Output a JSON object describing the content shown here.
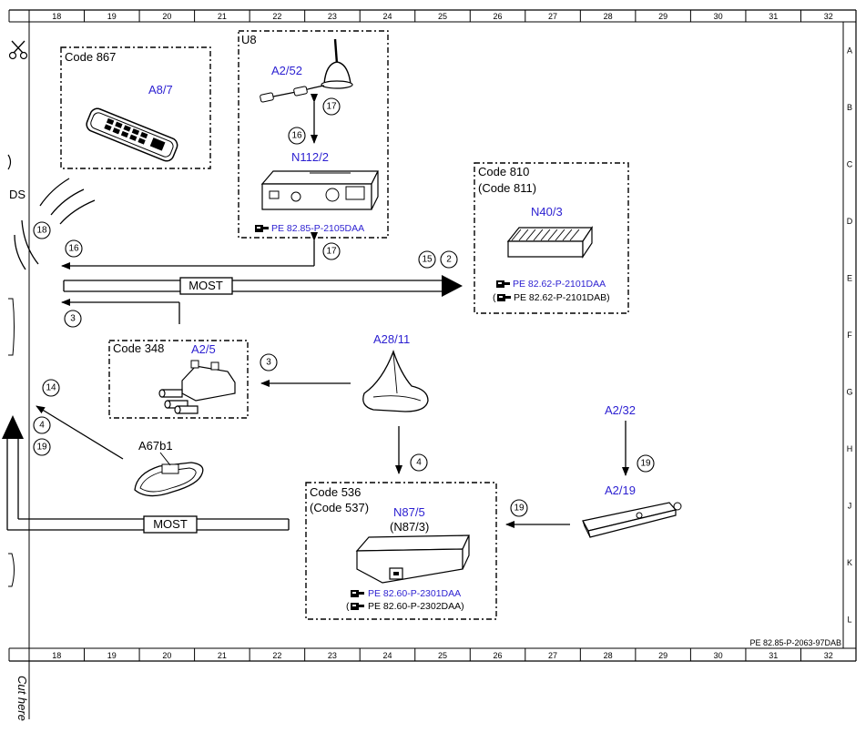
{
  "ruler": {
    "columns": [
      "18",
      "19",
      "20",
      "21",
      "22",
      "23",
      "24",
      "25",
      "26",
      "27",
      "28",
      "29",
      "30",
      "31",
      "32"
    ],
    "rows": [
      "A",
      "B",
      "C",
      "D",
      "E",
      "F",
      "G",
      "H",
      "J",
      "K",
      "L"
    ]
  },
  "modules": {
    "code867": {
      "code": "Code 867",
      "part": "A8/7"
    },
    "u8": {
      "code": "U8",
      "antenna": "A2/52",
      "part": "N112/2",
      "ref": "PE 82.85-P-2105DAA"
    },
    "code810": {
      "code": "Code 810",
      "code_alt": "(Code 811)",
      "part": "N40/3",
      "ref": "PE 82.62-P-2101DAA",
      "ref_alt_open": "(",
      "ref_alt": "PE 82.62-P-2101DAB)"
    },
    "code348": {
      "code": "Code 348",
      "part": "A2/5"
    },
    "a28": {
      "part": "A28/11"
    },
    "a2_32": {
      "part": "A2/32"
    },
    "a2_19": {
      "part": "A2/19"
    },
    "a67": {
      "part": "A67b1"
    },
    "code536": {
      "code": "Code 536",
      "code_alt": "(Code 537)",
      "part": "N87/5",
      "part_alt": "(N87/3)",
      "ref": "PE 82.60-P-2301DAA",
      "ref_alt_open": "(",
      "ref_alt": "PE 82.60-P-2302DAA)"
    }
  },
  "bus": {
    "most_top": "MOST",
    "most_bottom": "MOST"
  },
  "callouts": {
    "c17a": "17",
    "c16a": "16",
    "c17b": "17",
    "c16b": "16",
    "c18": "18",
    "c15": "15",
    "c2": "2",
    "c3a": "3",
    "c3b": "3",
    "c14": "14",
    "c4a": "4",
    "c19a": "19",
    "c4b": "4",
    "c19b": "19",
    "c19c": "19"
  },
  "margin": {
    "ds": "DS",
    "cut_here": "Cut here"
  },
  "doc_ref": "PE 82.85-P-2063-97DAB",
  "colors": {
    "part_label": "#2b1fd1",
    "line": "#000000"
  }
}
